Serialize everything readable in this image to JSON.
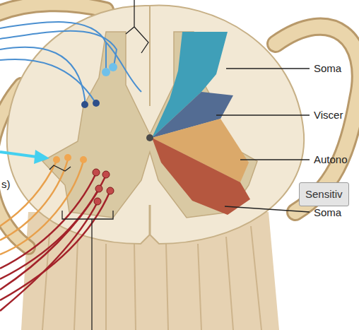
{
  "diagram": {
    "nodes": [
      {
        "text": [
          "Sensitiv"
        ]
      }
    ],
    "labels": [
      "Soma",
      "Viscer",
      "Autono",
      "Soma",
      "s)"
    ]
  }
}
